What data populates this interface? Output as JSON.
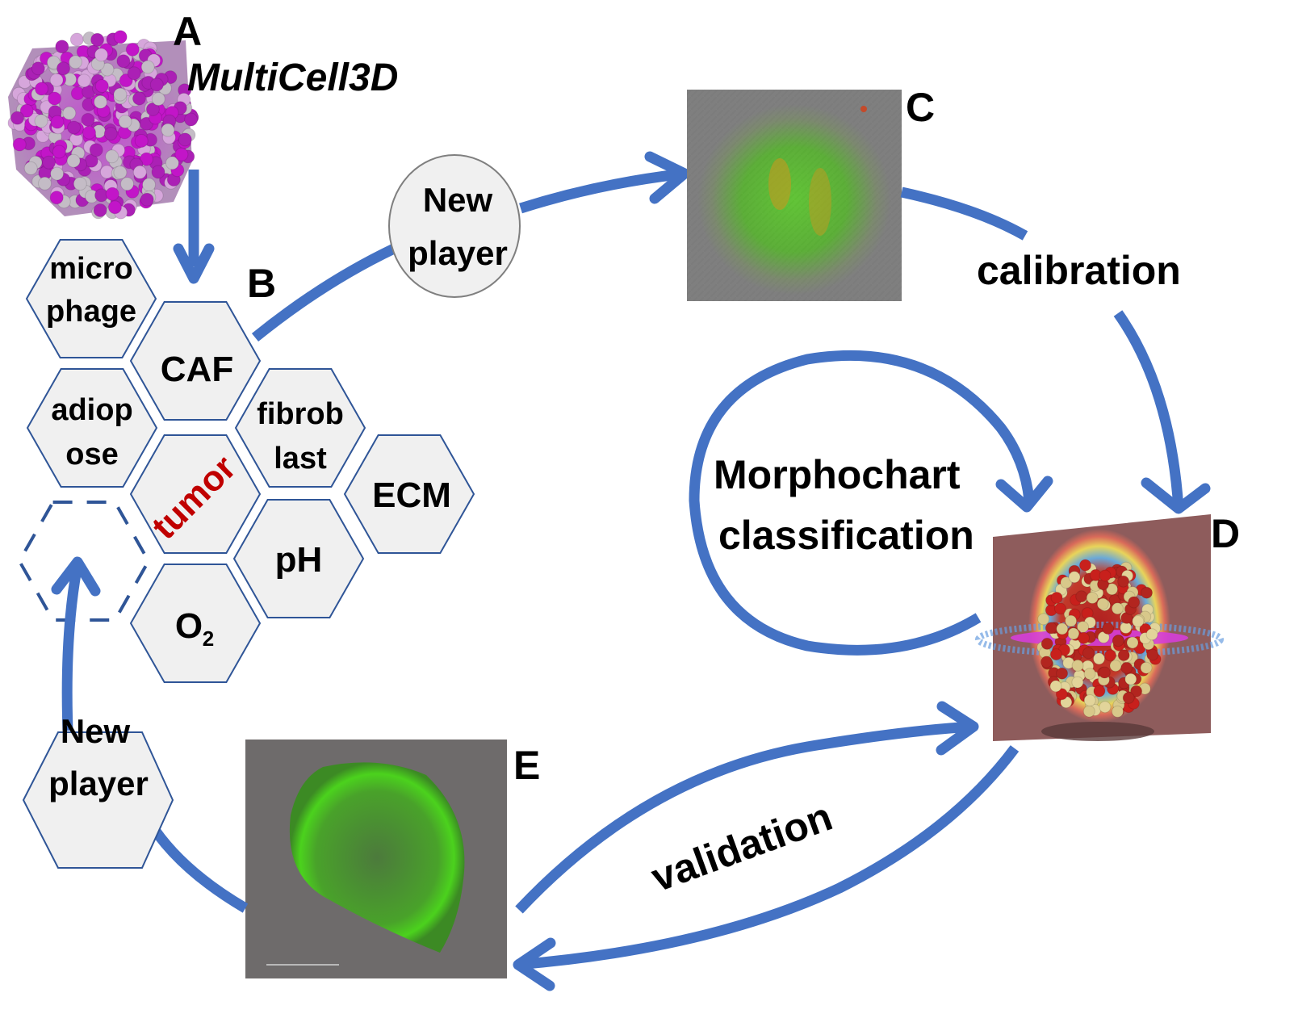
{
  "figure": {
    "panels": {
      "A": {
        "letter": "A",
        "title": "MultiCell3D",
        "image": "3D cell cluster render (magenta and light grey spheres)"
      },
      "B": {
        "letter": "B"
      },
      "C": {
        "letter": "C",
        "image": "microscopy of spheroid with green and orange fluorescence"
      },
      "D": {
        "letter": "D",
        "image": "3D simulation render with red and beige spheres over heatmap plane"
      },
      "E": {
        "letter": "E",
        "image": "microscopy of green fluorescent tumor spheroid"
      }
    },
    "hexagons": [
      {
        "id": "microphage",
        "lines": [
          "micro",
          "phage"
        ]
      },
      {
        "id": "caf",
        "lines": [
          "CAF"
        ]
      },
      {
        "id": "adiopose",
        "lines": [
          "adiop",
          "ose"
        ]
      },
      {
        "id": "fibroblast",
        "lines": [
          "fibrob",
          "last"
        ]
      },
      {
        "id": "tumor",
        "lines": [
          "tumor"
        ]
      },
      {
        "id": "ecm",
        "lines": [
          "ECM"
        ]
      },
      {
        "id": "ph",
        "lines": [
          "pH"
        ]
      },
      {
        "id": "o2",
        "lines": [
          "O",
          "2"
        ]
      }
    ],
    "new_player_circle": {
      "lines": [
        "New",
        "player"
      ]
    },
    "new_player_hex": {
      "lines": [
        "New",
        "player"
      ]
    },
    "labels": {
      "calibration": "calibration",
      "morphochart_line1": "Morphochart",
      "morphochart_line2": "classification",
      "validation": "validation"
    },
    "colors": {
      "arrow": "#4472c4",
      "hex_fill": "#f0f0f0",
      "hex_stroke": "#2f5597",
      "tumor_text": "#c00000"
    }
  }
}
